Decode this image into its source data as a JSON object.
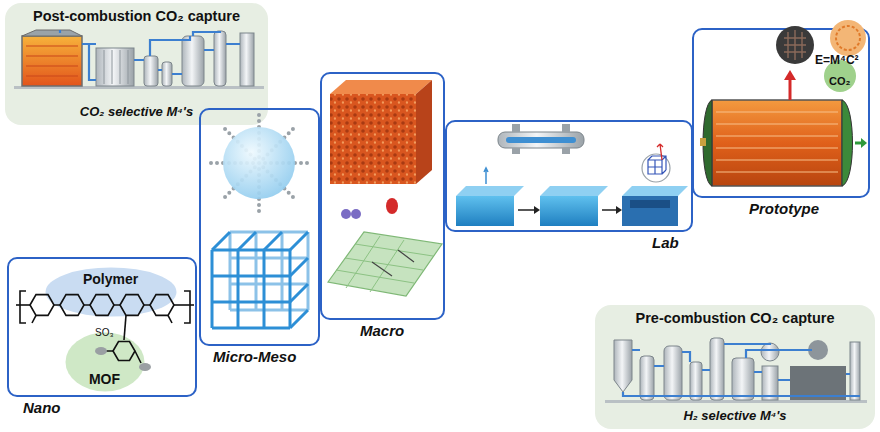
{
  "diagram": {
    "nodes": [
      {
        "text": [
          "Post-combustion CO₂ capture",
          "CO₂ selective M⁴'s"
        ]
      },
      {
        "text": [
          "Nano"
        ]
      },
      {
        "text": [
          "Polymer"
        ],
        "in": 1
      },
      {
        "text": [
          "MOF"
        ],
        "in": 1
      },
      {
        "text": [
          "Micro-Meso"
        ]
      },
      {
        "text": [
          "Macro"
        ]
      },
      {
        "text": [
          "Lab"
        ]
      },
      {
        "text": [
          "Prototype"
        ]
      },
      {
        "text": [
          "Pre-combustion CO₂ capture",
          "H₂ selective M⁴'s"
        ]
      }
    ],
    "labels": [
      "SO₃",
      "E=M⁴C²",
      "CO₂"
    ]
  }
}
